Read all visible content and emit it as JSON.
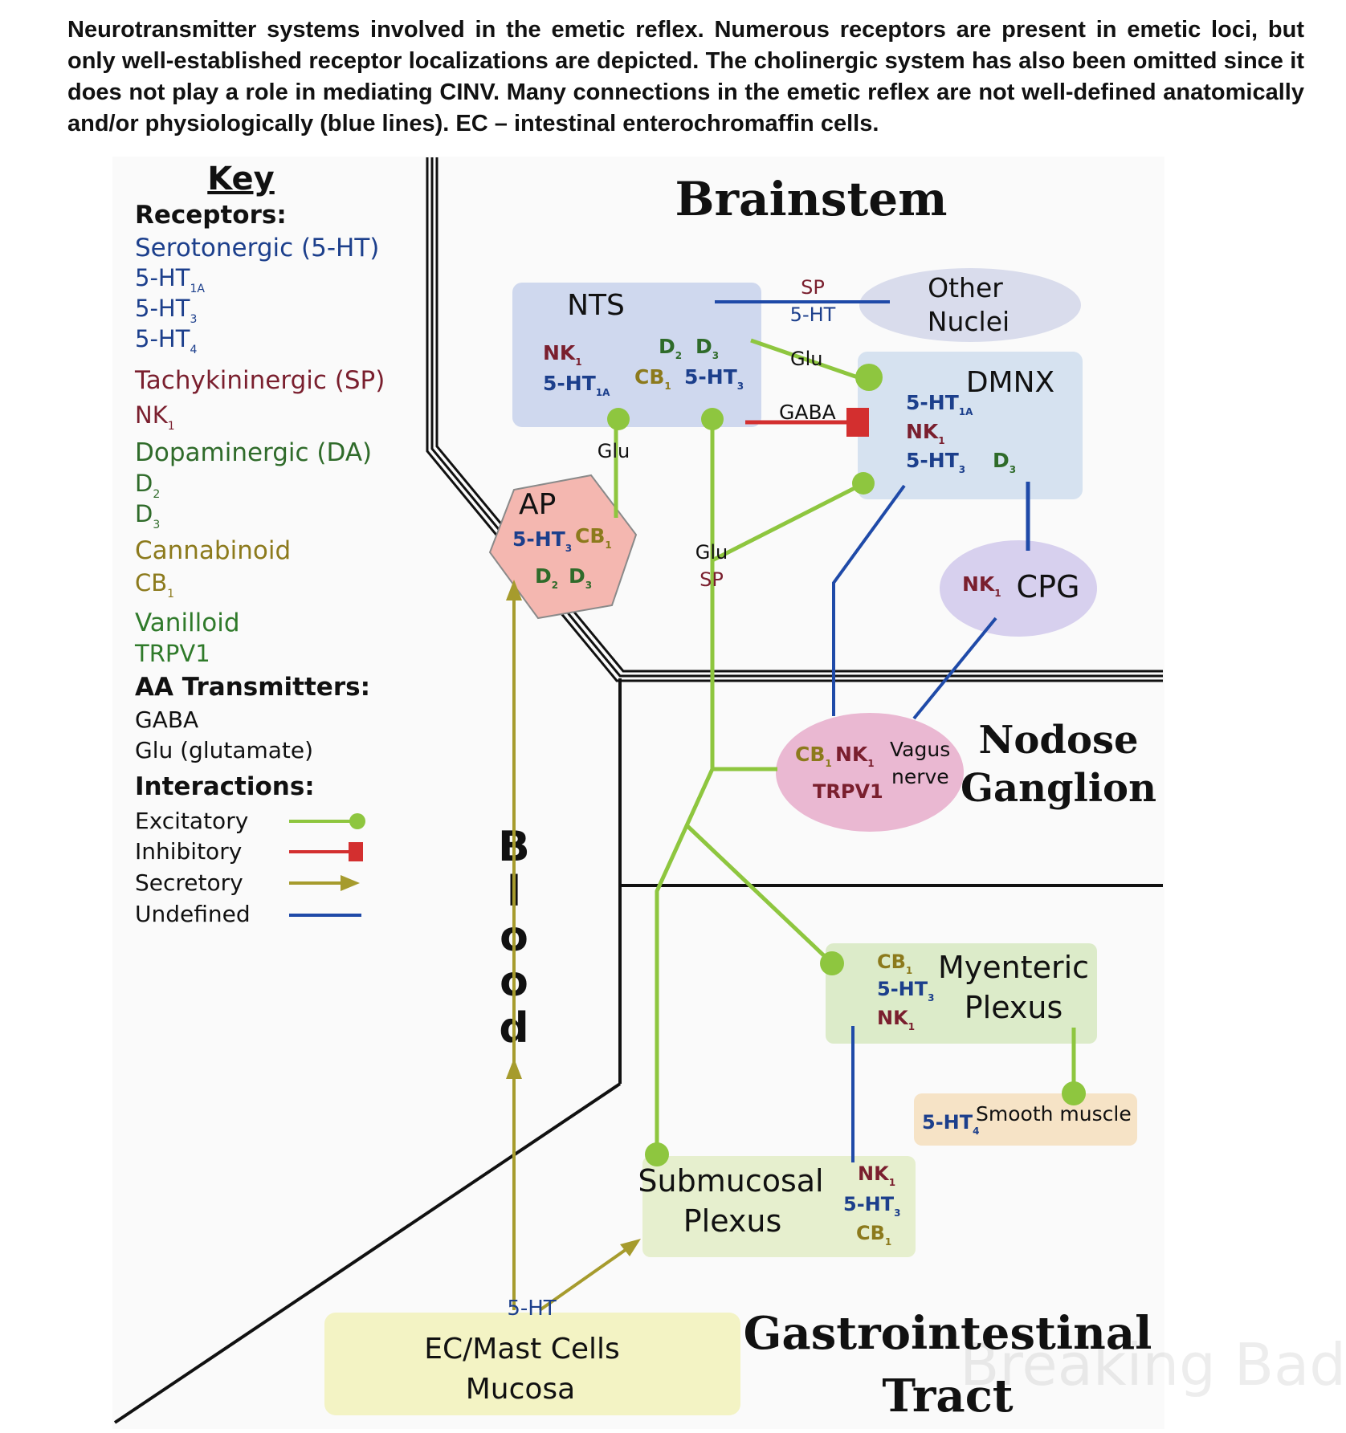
{
  "caption": "Neurotransmitter systems involved in the emetic reflex. Numerous receptors are present in emetic loci, but only well-established receptor localizations are depicted. The cholinergic system has also been omitted since it does not play a role in mediating CINV. Many connections in the emetic reflex are not well-defined anatomically and/or physiologically (blue lines). EC – intestinal enterochromaffin cells.",
  "colors": {
    "serotonergic": "#1c3f8c",
    "tachykinin": "#7a1f2e",
    "dopaminergic": "#2f6b2a",
    "cannabinoid": "#8c7a1c",
    "vanilloid": "#2f7a2a",
    "excitatory": "#8ec63f",
    "inhibitory": "#d32f2f",
    "secretory": "#a69b2d",
    "undefined": "#1f4aa8",
    "nts_box": "#cfd8ee",
    "dmnx_box": "#d6e2f0",
    "other_nuclei": "#d9dcec",
    "cpg": "#d7d0ee",
    "ap": "#f4b7b0",
    "nodose": "#eab8d2",
    "myenteric": "#dcebc9",
    "smooth_muscle": "#f6e3c6",
    "submucosal": "#e6efce",
    "ec": "#f3f3c4"
  },
  "key": {
    "title": "Key",
    "receptors_heading": "Receptors:",
    "serotonergic": "Serotonergic (5-HT)",
    "ht1a": "5-HT",
    "ht1a_sub": "1A",
    "ht3": "5-HT",
    "ht3_sub": "3",
    "ht4": "5-HT",
    "ht4_sub": "4",
    "tachykinin": "Tachykininergic (SP)",
    "nk1": "NK",
    "nk1_sub": "1",
    "dopaminergic": "Dopaminergic (DA)",
    "d2": "D",
    "d2_sub": "2",
    "d3": "D",
    "d3_sub": "3",
    "cannabinoid": "Cannabinoid",
    "cb1": "CB",
    "cb1_sub": "1",
    "vanilloid": "Vanilloid",
    "trpv1": "TRPV1",
    "aa_heading": "AA Transmitters:",
    "gaba": "GABA",
    "glu": "Glu (glutamate)",
    "interactions_heading": "Interactions:",
    "excitatory": "Excitatory",
    "inhibitory": "Inhibitory",
    "secretory": "Secretory",
    "undefined": "Undefined"
  },
  "regions": {
    "brainstem": "Brainstem",
    "nodose_1": "Nodose",
    "nodose_2": "Ganglion",
    "gi_1": "Gastrointestinal",
    "gi_2": "Tract",
    "blood": [
      "B",
      "l",
      "o",
      "o",
      "d"
    ]
  },
  "nodes": {
    "nts": {
      "title": "NTS",
      "nk1": "NK",
      "nk1_sub": "1",
      "ht1a": "5-HT",
      "ht1a_sub": "1A",
      "d2": "D",
      "d2_sub": "2",
      "d3": "D",
      "d3_sub": "3",
      "cb1": "CB",
      "cb1_sub": "1",
      "ht3": "5-HT",
      "ht3_sub": "3"
    },
    "other_nuclei": {
      "line1": "Other",
      "line2": "Nuclei"
    },
    "dmnx": {
      "title": "DMNX",
      "ht1a": "5-HT",
      "ht1a_sub": "1A",
      "nk1": "NK",
      "nk1_sub": "1",
      "ht3": "5-HT",
      "ht3_sub": "3",
      "d3": "D",
      "d3_sub": "3"
    },
    "cpg": {
      "title": "CPG",
      "nk1": "NK",
      "nk1_sub": "1"
    },
    "ap": {
      "title": "AP",
      "ht3": "5-HT",
      "ht3_sub": "3",
      "cb1": "CB",
      "cb1_sub": "1",
      "d2": "D",
      "d2_sub": "2",
      "d3": "D",
      "d3_sub": "3"
    },
    "nodose": {
      "cb1": "CB",
      "cb1_sub": "1",
      "nk1": "NK",
      "nk1_sub": "1",
      "vagus_1": "Vagus",
      "vagus_2": "nerve",
      "trpv1": "TRPV1"
    },
    "myenteric": {
      "title_1": "Myenteric",
      "title_2": "Plexus",
      "cb1": "CB",
      "cb1_sub": "1",
      "ht3": "5-HT",
      "ht3_sub": "3",
      "nk1": "NK",
      "nk1_sub": "1"
    },
    "smooth_muscle": {
      "title": "Smooth muscle",
      "ht4": "5-HT",
      "ht4_sub": "4"
    },
    "submucosal": {
      "title_1": "Submucosal",
      "title_2": "Plexus",
      "nk1": "NK",
      "nk1_sub": "1",
      "ht3": "5-HT",
      "ht3_sub": "3",
      "cb1": "CB",
      "cb1_sub": "1"
    },
    "ec": {
      "line1": "EC/Mast Cells",
      "line2": "Mucosa"
    }
  },
  "connection_labels": {
    "sp": "SP",
    "ht": "5-HT",
    "glu_dmnx": "Glu",
    "gaba": "GABA",
    "glu_ap": "Glu",
    "glu_vagal": "Glu",
    "sp_vagal": "SP",
    "ht_ec": "5-HT"
  },
  "watermark": "Breaking Bad"
}
